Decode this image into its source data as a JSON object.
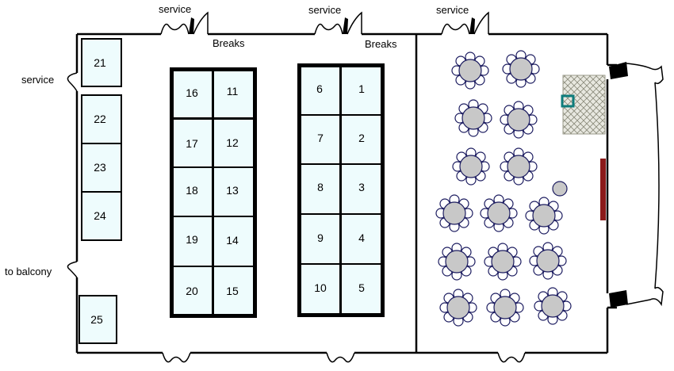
{
  "labels": {
    "service_top_left": "service",
    "service_top_mid": "service",
    "service_top_right": "service",
    "service_left": "service",
    "breaks_left": "Breaks",
    "breaks_right": "Breaks",
    "to_balcony": "to balcony"
  },
  "booths": [
    "1",
    "2",
    "3",
    "4",
    "5",
    "6",
    "7",
    "8",
    "9",
    "10",
    "11",
    "12",
    "13",
    "14",
    "15",
    "16",
    "17",
    "18",
    "19",
    "20",
    "21",
    "22",
    "23",
    "24",
    "25"
  ],
  "colors": {
    "booth_fill": "#eefcfd",
    "table_fill": "#c8c8c8",
    "chair_outline": "#1c1c60",
    "stage_hatch": "#c8c8b4",
    "marker": "#0e7c7b",
    "riser": "#8b1a1a"
  }
}
